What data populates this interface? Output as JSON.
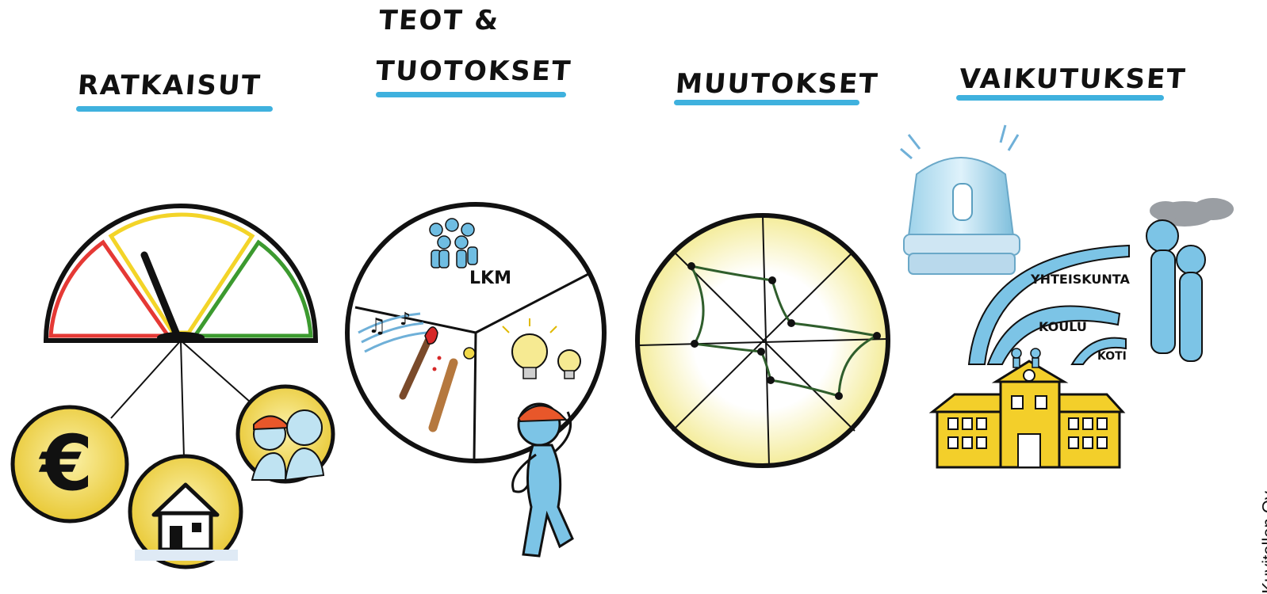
{
  "headings": {
    "ratkaisut": "RATKAISUT",
    "teot_line1": "TEOT &",
    "teot_line2": "TUOTOKSET",
    "muutokset": "MUUTOKSET",
    "vaikutukset": "VAIKUTUKSET"
  },
  "labels": {
    "lkm": "LKM",
    "yhteiskunta": "YHTEISKUNTA",
    "koulu": "KOULU",
    "koti": "KOTI",
    "euro": "€"
  },
  "credit": "Kuvitellen Oy",
  "colors": {
    "accent_blue": "#3fb1de",
    "gauge_red": "#e53935",
    "gauge_yellow": "#f3d428",
    "gauge_green": "#3c9a2f",
    "figure_blue": "#7cc4e6",
    "coin_yellow": "#f1d94a",
    "building_yellow": "#f3cf2a"
  },
  "icons": [
    "euro-coin-icon",
    "house-icon",
    "people-icon",
    "gauge-icon",
    "paintbrush-icon",
    "bat-icon",
    "lightbulb-icon",
    "music-notes-icon",
    "siren-icon",
    "school-building-icon",
    "cloud-icon"
  ]
}
